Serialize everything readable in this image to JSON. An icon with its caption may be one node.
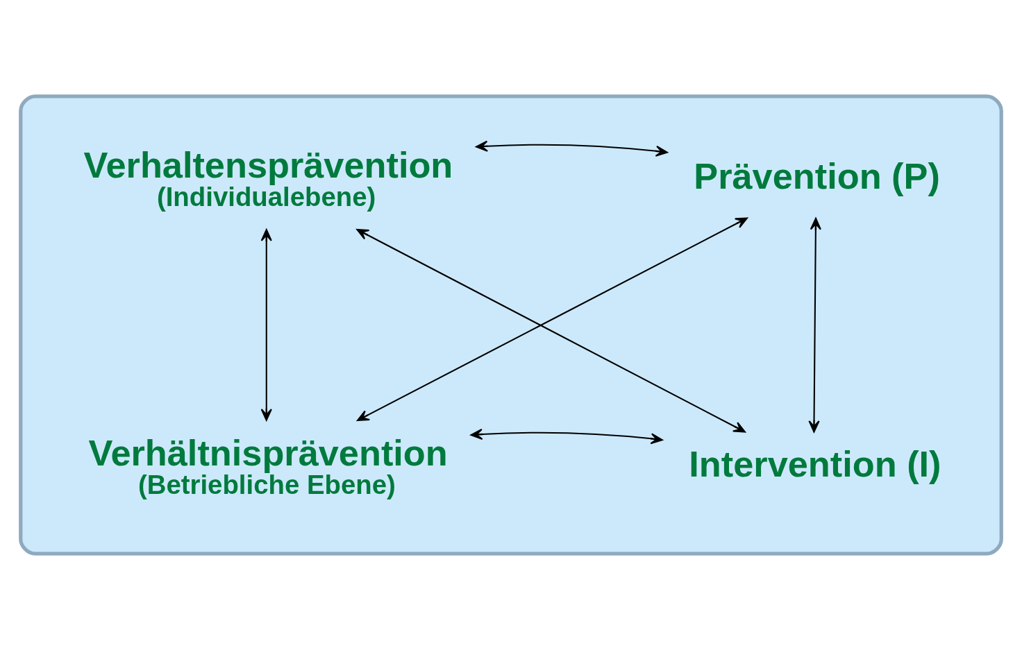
{
  "diagram": {
    "nodes": [
      {
        "text": [],
        "shape": "box"
      },
      {
        "text": [
          "Verhaltensprävention",
          "(Individualebene)"
        ],
        "in": 0
      },
      {
        "text": [
          "Prävention (P)"
        ],
        "in": 0
      },
      {
        "text": [
          "Verhältnisprävention",
          "(Betriebliche Ebene)"
        ],
        "in": 0
      },
      {
        "text": [
          "Intervention (I)"
        ],
        "in": 0
      }
    ],
    "edges": [
      {
        "from": 1,
        "to": 2,
        "arrow": "both"
      },
      {
        "from": 1,
        "to": 3,
        "arrow": "both"
      },
      {
        "from": 2,
        "to": 4,
        "arrow": "both"
      },
      {
        "from": 1,
        "to": 4,
        "arrow": "both"
      },
      {
        "from": 2,
        "to": 3,
        "arrow": "both"
      },
      {
        "from": 3,
        "to": 4,
        "arrow": "both"
      }
    ]
  }
}
